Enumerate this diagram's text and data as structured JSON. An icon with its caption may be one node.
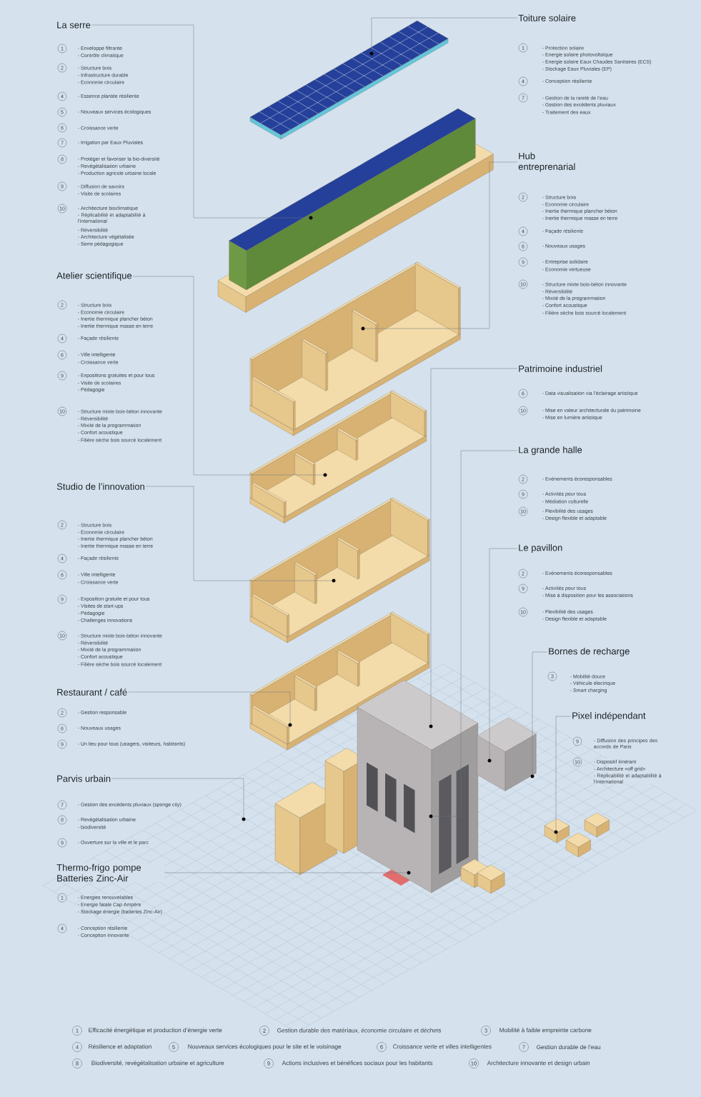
{
  "diagram": {
    "nodes": [
      {
        "text": [
          "La serre"
        ]
      },
      {
        "text": [
          "Atelier scientifique"
        ]
      },
      {
        "text": [
          "Studio de l’innovation"
        ]
      },
      {
        "text": [
          "Restaurant / café"
        ]
      },
      {
        "text": [
          "Parvis urbain"
        ]
      },
      {
        "text": [
          "Thermo-frigo pompe Batteries Zinc-Air"
        ]
      },
      {
        "text": [
          "Toiture solaire"
        ]
      },
      {
        "text": [
          "Hub entreprenarial"
        ]
      },
      {
        "text": [
          "Patrimoine industriel"
        ]
      },
      {
        "text": [
          "La grande halle"
        ]
      },
      {
        "text": [
          "Le pavillon"
        ]
      },
      {
        "text": [
          "Bornes de recharge"
        ]
      },
      {
        "text": [
          "Pixel indépendant"
        ]
      },
      {
        "text": [],
        "shape": "circle"
      },
      {
        "text": [],
        "shape": "circle"
      },
      {
        "text": [],
        "shape": "circle"
      },
      {
        "text": [],
        "shape": "circle"
      },
      {
        "text": [],
        "shape": "circle"
      },
      {
        "text": [],
        "shape": "circle"
      },
      {
        "text": [],
        "shape": "circle"
      },
      {
        "text": [],
        "shape": "circle"
      },
      {
        "text": [],
        "shape": "circle"
      },
      {
        "text": [],
        "shape": "circle"
      },
      {
        "text": [],
        "shape": "circle"
      },
      {
        "text": [],
        "shape": "circle"
      },
      {
        "text": [],
        "shape": "circle"
      }
    ],
    "edges": [
      {
        "from": 6,
        "to": 13,
        "arrow": "none"
      },
      {
        "from": 0,
        "to": 14,
        "arrow": "none"
      },
      {
        "from": 7,
        "to": 15,
        "arrow": "none"
      },
      {
        "from": 1,
        "to": 16,
        "arrow": "none"
      },
      {
        "from": 2,
        "to": 17,
        "arrow": "none"
      },
      {
        "from": 3,
        "to": 18,
        "arrow": "none"
      },
      {
        "from": 8,
        "to": 19,
        "arrow": "none"
      },
      {
        "from": 10,
        "to": 20,
        "arrow": "none"
      },
      {
        "from": 11,
        "to": 21,
        "arrow": "none"
      },
      {
        "from": 9,
        "to": 22,
        "arrow": "none"
      },
      {
        "from": 4,
        "to": 23,
        "arrow": "none"
      },
      {
        "from": 12,
        "to": 24,
        "arrow": "none"
      },
      {
        "from": 5,
        "to": 25,
        "arrow": "none"
      }
    ],
    "labels": [
      "1",
      "- Enveloppe filtrante",
      "- Contrôle climatique",
      "2",
      "- Structure bois",
      "- Infrastructure durable",
      "- Economie circulaire",
      "4",
      "- Essence plantée résiliente",
      "5",
      "- Nouveaux services écologiques",
      "6",
      "- Croissance verte",
      "7",
      "- Irrigation par Eaux Pluviales",
      "8",
      "- Protéger et favoriser la bio-diversité",
      "- Revégétalisation urbaine",
      "- Production agricole urbaine locale",
      "9",
      "- Diffusion de savoirs",
      "- Visite de scolaires",
      "10",
      "- Architecture bioclimatique",
      "- Réplicabilité et adaptabilité à l’international",
      "- Réversibilité",
      "- Architecture végétalisée",
      "- Serre pédagogique",
      "2",
      "- Structure bois",
      "- Economie circulaire",
      "- Inertie thermique plancher béton",
      "- Inertie thermique masse en terre",
      "4",
      "- Façade résiliente",
      "6",
      "- Ville intelligente",
      "- Croissance verte",
      "9",
      "- Expositions gratuites et pour tous",
      "- Visite de scolaires",
      "- Pédagogie",
      "10",
      "- Structure mixte bois-béton innovante",
      "- Réversibilité",
      "- Mixité de la programmation",
      "- Confort acoustique",
      "- Filière sèche bois sourcé localement",
      "2",
      "- Structure bois",
      "- Economie circulaire",
      "- Inertie thermique plancher béton",
      "- Inertie thermique masse en terre",
      "4",
      "- Façade résiliente",
      "6",
      "- Ville intelligente",
      "- Croissance verte",
      "9",
      "- Exposition gratuite et pour tous",
      "- Visites de start-ups",
      "- Pédagogie",
      "- Challenges innovations",
      "10",
      "- Structure mixte bois-béton innovante",
      "- Réversibilité",
      "- Mixité de la programmation",
      "- Confort acoustique",
      "- Filière sèche bois sourcé localement",
      "2",
      "- Gestion responsable",
      "6",
      "- Nouveaux usages",
      "9",
      "- Un lieu pour tous (usagers, visiteurs, habitants)",
      "7",
      "- Gestion des excédents pluviaux (sponge city)",
      "8",
      "- Revégétalisation urbaine",
      "- biodiversité",
      "9",
      "- Ouverture sur la ville et le parc",
      "1",
      "- Energies renouvelables",
      "- Energie fatale Cap Ampère",
      "- Stockage énergie (batteries Zinc-Air)",
      "4",
      "- Conception résiliente",
      "- Conception innovante",
      "1",
      "- Protection solaire",
      "- Energie solaire photovoltaïque",
      "- Energie solaire Eaux Chaudes Sanitaires (ECS)",
      "- Stockage Eaux Pluviales (EP)",
      "4",
      "- Conception résiliente",
      "7",
      "- Gestion de la rareté de l’eau",
      "- Gestion des excédents pluviaux",
      "- Traitement des eaux",
      "2",
      "- Structure bois",
      "- Economie circulaire",
      "- Inertie thermique plancher béton",
      "- Inertie thermique masse en terre",
      "4",
      "- Façade résiliente",
      "6",
      "- Nouveaux usages",
      "9",
      "- Entreprise solidaire",
      "- Economie vertueuse",
      "10",
      "- Structure mixte bois-béton innovante",
      "- Réversibilité",
      "- Mixité de la programmation",
      "- Confort acoustique",
      "- Filière sèche bois sourcé localement",
      "6",
      "- Data visualisation via l’éclairage artistique",
      "10",
      "- Mise en valeur architecturale du patrimoine",
      "- Mise en lumière artistique",
      "2",
      "- Evénements écoresponsables",
      "9",
      "- Activités pour tous",
      "- Médiation culturelle",
      "10",
      "- Flexibilité des usages",
      "- Design flexible et adaptable",
      "2",
      "- Evénements écoresponsables",
      "9",
      "- Activités pour tous",
      "- Mise à disposition pour les associations",
      "10",
      "- Flexibilité des usages",
      "- Design flexible et adaptable",
      "3",
      "- Mobilité douce",
      "- Véhicule électrique",
      "- Smart charging",
      "9",
      "- Diffusion des principes des accords de Paris",
      "10",
      "- Dispositif itinérant",
      "- Architecture «off grid»",
      "- Réplicabilité et adaptabilité à l’international",
      "1",
      "Efficacité énergétique et production d’énergie verte",
      "2",
      "Gestion durable des matériaux, économie circulaire et déchets",
      "3",
      "Mobilité à faible empreinte carbone",
      "4",
      "Résilience et adaptation",
      "5",
      "Nouveaux services écologiques pour le site et le voisinage",
      "6",
      "Croissance verte et villes intelligentes",
      "7",
      "Gestion durable de l’eau",
      "8",
      "Biodiversité, revégétalisation urbaine et agriculture",
      "9",
      "Actions inclusives et bénéfices sociaux pour les habitants",
      "10",
      "Architecture innovante et design urbain"
    ]
  }
}
